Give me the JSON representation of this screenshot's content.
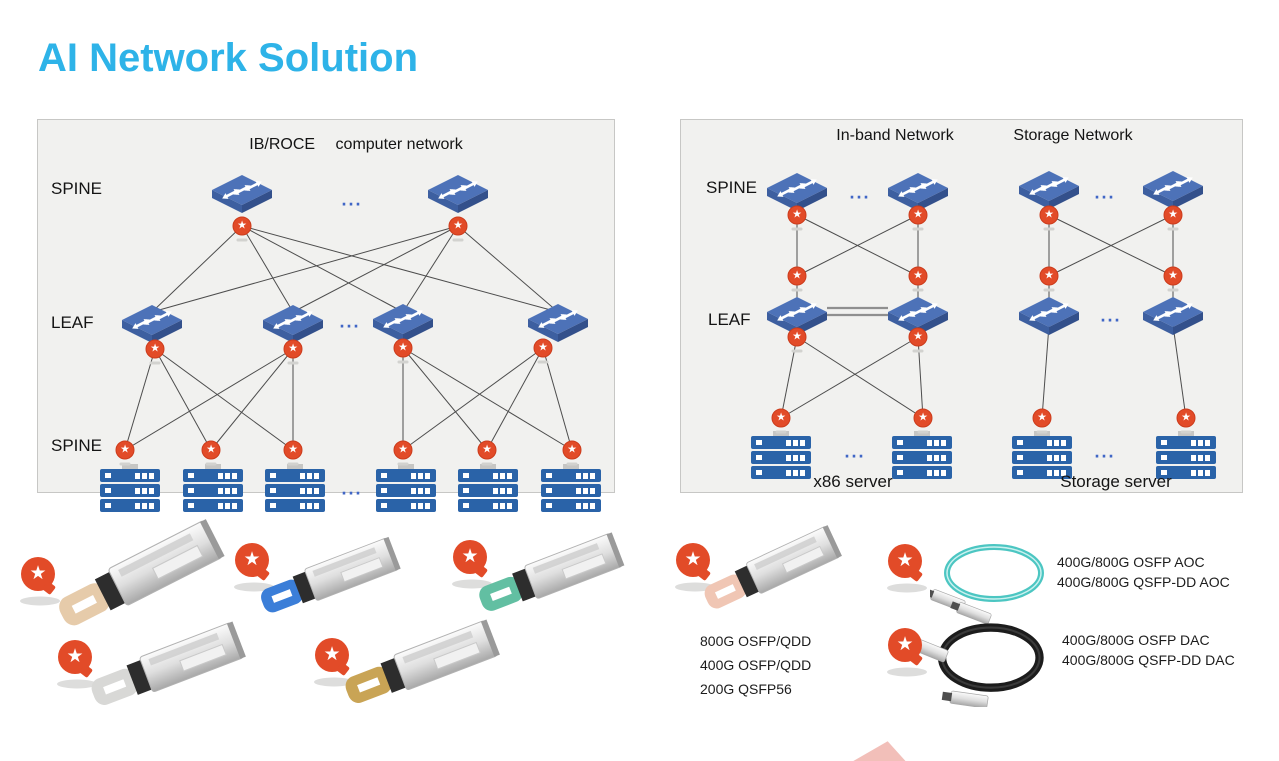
{
  "page": {
    "title": "AI Network Solution"
  },
  "glyphs": {
    "star": "★",
    "ellipsis": "..."
  },
  "left_panel": {
    "heading_primary": "IB/ROCE",
    "heading_secondary": "computer network",
    "labels": {
      "top": "SPINE",
      "mid": "LEAF",
      "bottom": "SPINE"
    }
  },
  "right_panel": {
    "heading_inband": "In-band Network",
    "heading_storage": "Storage Network",
    "labels": {
      "spine": "SPINE",
      "leaf": "LEAF"
    },
    "server_labels": {
      "x86": "x86 server",
      "storage": "Storage server"
    }
  },
  "products": {
    "transceiver_group_labels": [
      "800G OSFP/QDD",
      "400G OSFP/QDD",
      "200G QSFP56"
    ],
    "aoc_labels": [
      "400G/800G OSFP AOC",
      "400G/800G QSFP-DD AOC"
    ],
    "dac_labels": [
      "400G/800G OSFP DAC",
      "400G/800G QSFP-DD DAC"
    ],
    "icons": {
      "transceivers": [
        "transceiver-beige-tab-icon",
        "transceiver-blue-tab-icon",
        "transceiver-green-tab-icon",
        "transceiver-silver-tab-icon",
        "transceiver-gold-tab-icon",
        "transceiver-pink-tab-icon"
      ],
      "cables": [
        "aoc-cable-icon",
        "dac-cable-icon"
      ]
    }
  },
  "colors": {
    "accent": "#2eb3e8",
    "badge_red": "#e24b28",
    "switch_blue": "#4d72b8",
    "server_blue": "#2a63a8",
    "aoc_cable": "#4cc6c2",
    "dac_cable": "#1c1c1c",
    "panel_bg": "#f1f1ef"
  }
}
